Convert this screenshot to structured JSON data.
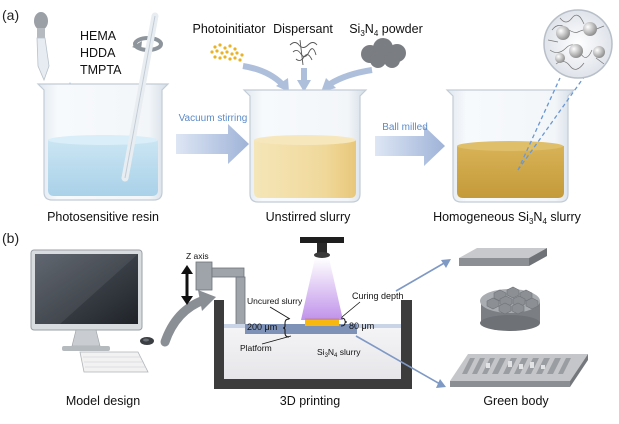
{
  "panel_a": {
    "label": "(a)",
    "monomers": [
      "HEMA",
      "HDDA",
      "TMPTA"
    ],
    "additives": {
      "photoinitiator": "Photoinitiator",
      "dispersant": "Dispersant",
      "powder_prefix": "Si",
      "powder_sub1": "3",
      "powder_mid": "N",
      "powder_sub2": "4",
      "powder_suffix": " powder"
    },
    "steps": {
      "vacuum": "Vacuum stirring",
      "ball": "Ball milled"
    },
    "captions": {
      "resin": "Photosensitive resin",
      "unstirred": "Unstirred slurry",
      "homog_prefix": "Homogeneous Si",
      "homog_sub1": "3",
      "homog_mid": "N",
      "homog_sub2": "4",
      "homog_suffix": " slurry"
    }
  },
  "panel_b": {
    "label": "(b)",
    "z_axis": "Z axis",
    "uncured": "Uncured slurry",
    "curing_depth": "Curing depth",
    "layer": "200 μm",
    "cure": "80 μm",
    "platform": "Platform",
    "slurry_prefix": "Si",
    "slurry_sub1": "3",
    "slurry_mid": "N",
    "slurry_sub2": "4",
    "slurry_suffix": " slurry",
    "captions": {
      "model": "Model design",
      "printing": "3D printing",
      "green": "Green body"
    }
  },
  "colors": {
    "resin": "#b9dcee",
    "slurry_light": "#f1dca3",
    "slurry_dark": "#cfa546",
    "arrow": "#aebfdc",
    "step_text": "#5b8bc9",
    "beam": "#b884e4",
    "cured": "#f7b812",
    "vat": "#3a3a3a"
  }
}
